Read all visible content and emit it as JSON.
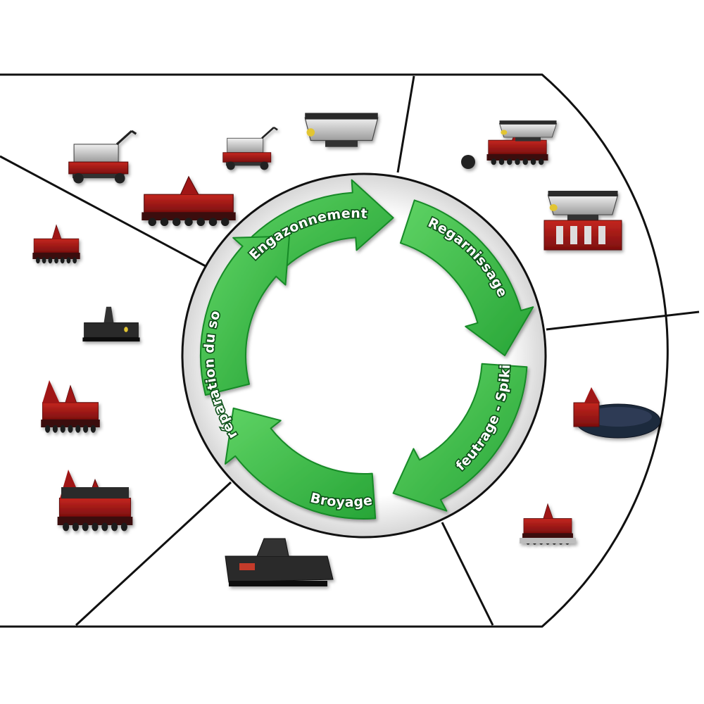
{
  "colors": {
    "arrow_fill": "#3fbf4a",
    "arrow_stroke": "#178a28",
    "machine_red": "#a01515",
    "machine_dark": "#2a2a2a",
    "steel": "#c9c9c9",
    "divider": "#111111"
  },
  "stages": [
    {
      "id": "engazonnement",
      "label": "Engazonnement",
      "machines": 4
    },
    {
      "id": "regarnissage",
      "label": "Regarnissage",
      "machines": 2
    },
    {
      "id": "defeutrage",
      "label": "Défeutrage - Spiking",
      "machines": 2
    },
    {
      "id": "broyage",
      "label": "Broyage",
      "machines": 1
    },
    {
      "id": "preparation",
      "label": "Préparation du sol",
      "machines": 4
    }
  ]
}
